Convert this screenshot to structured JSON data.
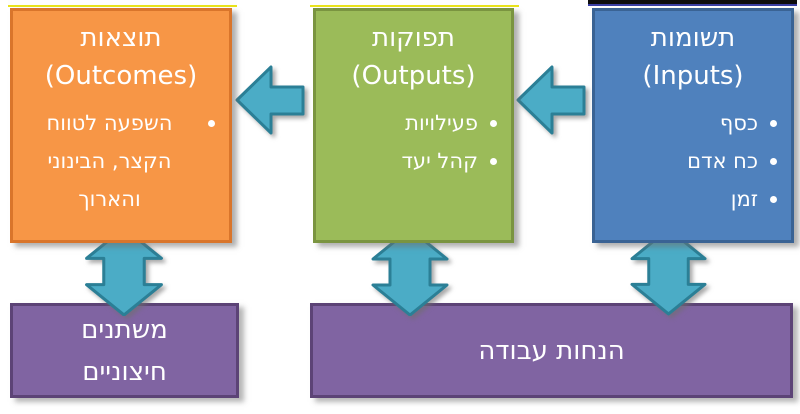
{
  "diagram_title": "logic-model",
  "palette": {
    "inputs_fill": "#4f81bd",
    "inputs_border": "#3a6394",
    "outputs_fill": "#9bbb59",
    "outputs_border": "#7a9440",
    "outcomes_fill": "#f79646",
    "outcomes_border": "#d9752b",
    "purple_fill": "#8064a2",
    "purple_border": "#5c4376",
    "arrow_fill": "#4bacc6",
    "arrow_border": "#2b7f96",
    "edge_line_yellow": "#e9e31a",
    "text_color": "#ffffff"
  },
  "boxes": {
    "inputs": {
      "title_he": "תשומות",
      "title_en": "(Inputs)",
      "bullets": [
        "כסף",
        "כח אדם",
        "זמן"
      ]
    },
    "outputs": {
      "title_he": "תפוקות",
      "title_en": "(Outputs)",
      "bullets": [
        "פעילויות",
        "קהל יעד"
      ]
    },
    "outcomes": {
      "title_he": "תוצאות",
      "title_en": "(Outcomes)",
      "bullets": [
        "השפעה לטווח הקצר, הבינוני והארוך"
      ]
    },
    "external_variables": {
      "lines": [
        "משתנים",
        "חיצוניים"
      ]
    },
    "work_assumptions": {
      "label": "הנחות עבודה"
    }
  }
}
